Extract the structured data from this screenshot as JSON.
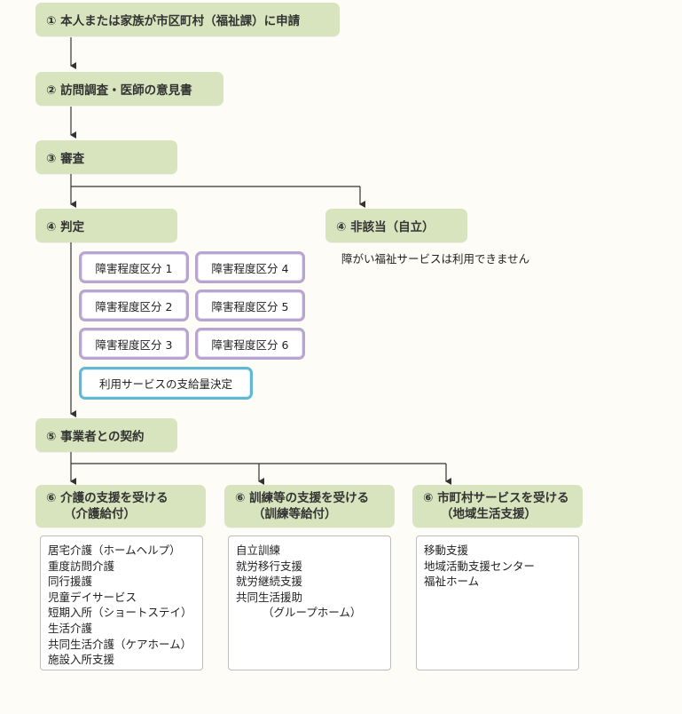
{
  "steps": {
    "s1": "① 本人または家族が市区町村（福祉課）に申請",
    "s2": "② 訪問調査・医師の意見書",
    "s3": "③ 審査",
    "s4": "④ 判定",
    "s4b": "④ 非該当（自立）",
    "s5": "⑤ 事業者との契約",
    "s6a_line1": "⑥ 介護の支援を受ける",
    "s6a_line2": "（介護給付）",
    "s6b_line1": "⑥ 訓練等の支援を受ける",
    "s6b_line2": "（訓練等給付）",
    "s6c_line1": "⑥ 市町村サービスを受ける",
    "s6c_line2": "（地域生活支援）"
  },
  "non_eligible_note": "障がい福祉サービスは利用できません",
  "categories": [
    "障害程度区分 1",
    "障害程度区分 4",
    "障害程度区分 2",
    "障害程度区分 5",
    "障害程度区分 3",
    "障害程度区分 6"
  ],
  "decision_box": "利用サービスの支給量決定",
  "services": {
    "care": [
      "居宅介護（ホームヘルプ）",
      "重度訪問介護",
      "同行援護",
      "児童デイサービス",
      "短期入所（ショートステイ）",
      "生活介護",
      "共同生活介護（ケアホーム）",
      "施設入所支援"
    ],
    "training": [
      "自立訓練",
      "就労移行支援",
      "就労継続支援",
      "共同生活援助",
      "（グループホーム）"
    ],
    "municipal": [
      "移動支援",
      "地域活動支援センター",
      "福祉ホーム"
    ]
  }
}
